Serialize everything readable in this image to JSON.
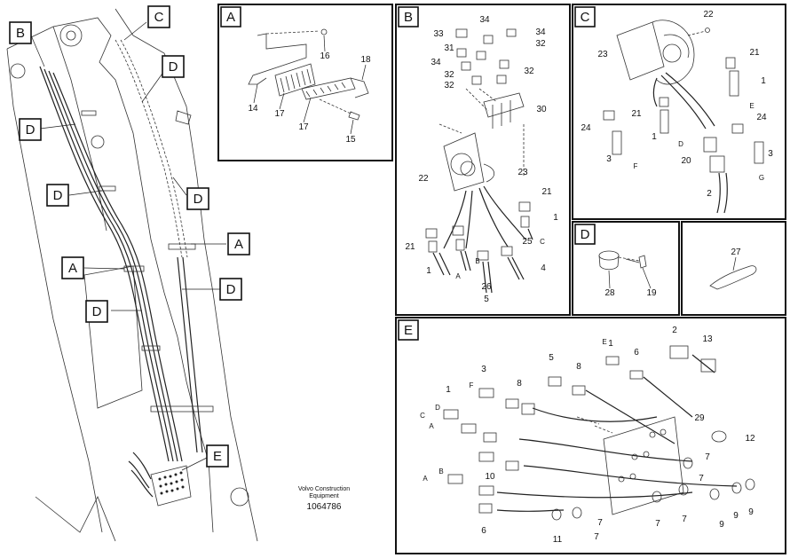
{
  "callouts": {
    "left": [
      {
        "id": "B",
        "text": "B"
      },
      {
        "id": "C",
        "text": "C"
      },
      {
        "id": "D1",
        "text": "D"
      },
      {
        "id": "D2",
        "text": "D"
      },
      {
        "id": "D3",
        "text": "D"
      },
      {
        "id": "D4",
        "text": "D"
      },
      {
        "id": "D5",
        "text": "D"
      },
      {
        "id": "D6",
        "text": "D"
      },
      {
        "id": "A1",
        "text": "A"
      },
      {
        "id": "A2",
        "text": "A"
      },
      {
        "id": "E",
        "text": "E"
      }
    ]
  },
  "panels": {
    "A": {
      "label": "A",
      "parts": [
        "16",
        "18",
        "14",
        "17",
        "17",
        "15"
      ]
    },
    "B": {
      "label": "B",
      "parts": [
        "33",
        "34",
        "34",
        "31",
        "32",
        "34",
        "32",
        "32",
        "32",
        "30",
        "23",
        "22",
        "21",
        "21",
        "1",
        "25",
        "1",
        "4",
        "26",
        "5"
      ],
      "letters": [
        "A",
        "B",
        "C"
      ]
    },
    "C": {
      "label": "C",
      "parts": [
        "22",
        "23",
        "21",
        "1",
        "24",
        "21",
        "1",
        "24",
        "3",
        "20",
        "3",
        "2"
      ],
      "letters": [
        "E",
        "D",
        "F",
        "G"
      ]
    },
    "D": {
      "label": "D",
      "parts": [
        "28",
        "19"
      ]
    },
    "D2": {
      "label": "",
      "parts": [
        "27"
      ]
    },
    "E": {
      "label": "E",
      "parts": [
        "1",
        "2",
        "13",
        "5",
        "8",
        "6",
        "3",
        "8",
        "1",
        "29",
        "12",
        "10",
        "7",
        "7",
        "7",
        "7",
        "7",
        "9",
        "9",
        "9",
        "11",
        "7",
        "6"
      ],
      "letters": [
        "F",
        "E",
        "D",
        "C",
        "A",
        "B",
        "A"
      ]
    }
  },
  "caption": {
    "line1": "Volvo Construction",
    "line2": "Equipment",
    "number": "1064786"
  }
}
